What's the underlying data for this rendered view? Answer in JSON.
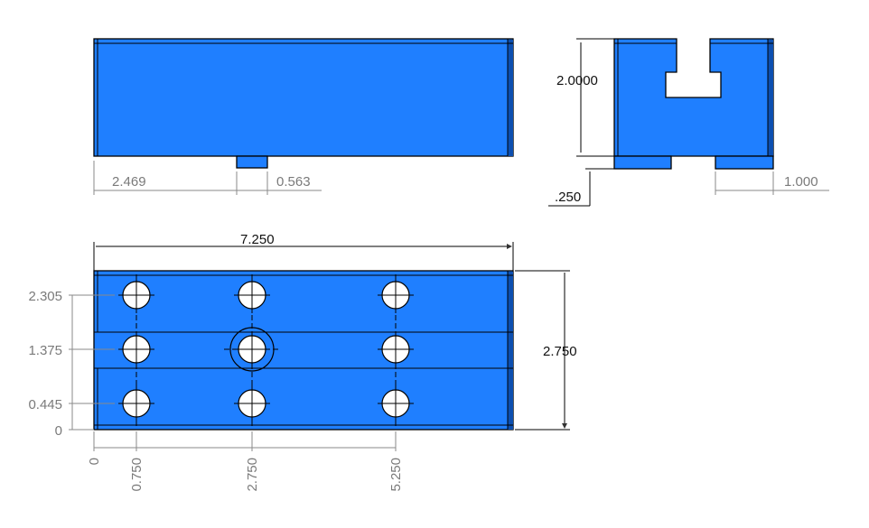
{
  "colors": {
    "part": "#1f7fff",
    "part_shade": "#0d4fb0",
    "dimension": "#8a8a8a"
  },
  "front_view": {
    "dims": {
      "left_offset": "2.469",
      "tab_width": "0.563"
    }
  },
  "side_view": {
    "dims": {
      "height": "2.0000",
      "foot_height": ".250",
      "foot_width": "1.000"
    }
  },
  "top_view": {
    "dims": {
      "overall_length": "7.250",
      "overall_width": "2.750"
    },
    "y_ordinates": [
      "2.305",
      "1.375",
      "0.445",
      "0"
    ],
    "x_ordinates": [
      "0",
      "0.750",
      "2.750",
      "5.250"
    ]
  }
}
